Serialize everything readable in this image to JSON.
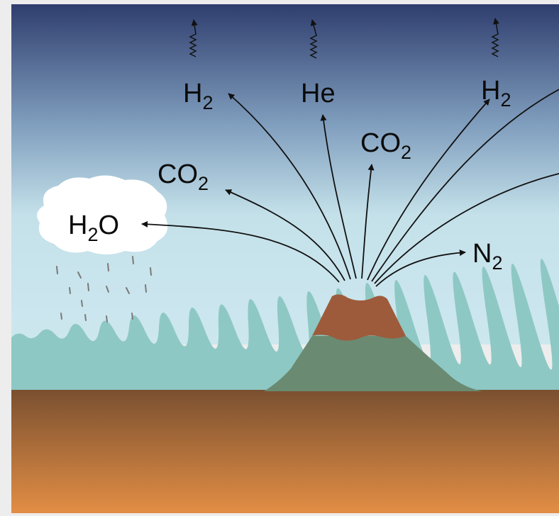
{
  "labels": {
    "h2_left": {
      "base": "H",
      "sub": "2",
      "post": ""
    },
    "he": {
      "base": "He",
      "sub": "",
      "post": ""
    },
    "h2_right": {
      "base": "H",
      "sub": "2",
      "post": ""
    },
    "co2_upper": {
      "base": "CO",
      "sub": "2",
      "post": ""
    },
    "co2_left": {
      "base": "CO",
      "sub": "2",
      "post": ""
    },
    "h2o": {
      "base": "H",
      "sub": "2",
      "post": "O"
    },
    "n2": {
      "base": "N",
      "sub": "2",
      "post": ""
    }
  },
  "colors": {
    "sky_top": "#2f3e6e",
    "sky_mid": "#7f9dbd",
    "sky_low": "#cde6ee",
    "ocean": "#8ec8c4",
    "ground_top": "#7a5030",
    "ground_bottom": "#e08e46",
    "volcano_upper": "#9e5a3a",
    "volcano_lower": "#6a8a72",
    "cloud": "#ffffff",
    "arrow": "#111111",
    "rain": "#777777"
  }
}
